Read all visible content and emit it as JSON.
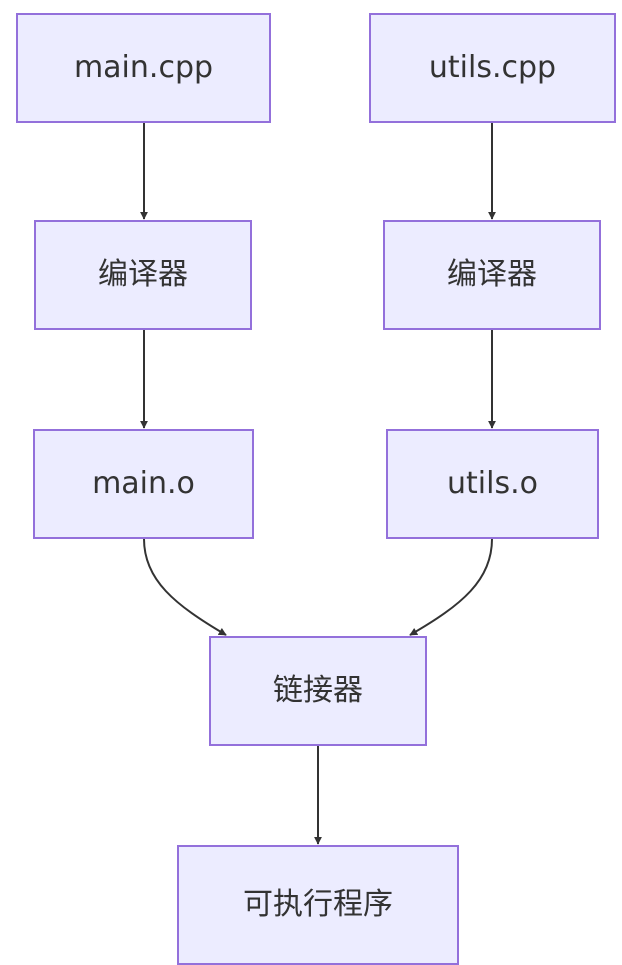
{
  "diagram": {
    "nodes": {
      "main_cpp": "main.cpp",
      "utils_cpp": "utils.cpp",
      "compiler_left": "编译器",
      "compiler_right": "编译器",
      "main_o": "main.o",
      "utils_o": "utils.o",
      "linker": "链接器",
      "executable": "可执行程序"
    },
    "edges": [
      {
        "from": "main_cpp",
        "to": "compiler_left"
      },
      {
        "from": "compiler_left",
        "to": "main_o"
      },
      {
        "from": "main_o",
        "to": "linker"
      },
      {
        "from": "utils_cpp",
        "to": "compiler_right"
      },
      {
        "from": "compiler_right",
        "to": "utils_o"
      },
      {
        "from": "utils_o",
        "to": "linker"
      },
      {
        "from": "linker",
        "to": "executable"
      }
    ],
    "colors": {
      "node_fill": "#ececff",
      "node_border": "#9370db",
      "edge": "#333333",
      "text": "#333333"
    }
  }
}
